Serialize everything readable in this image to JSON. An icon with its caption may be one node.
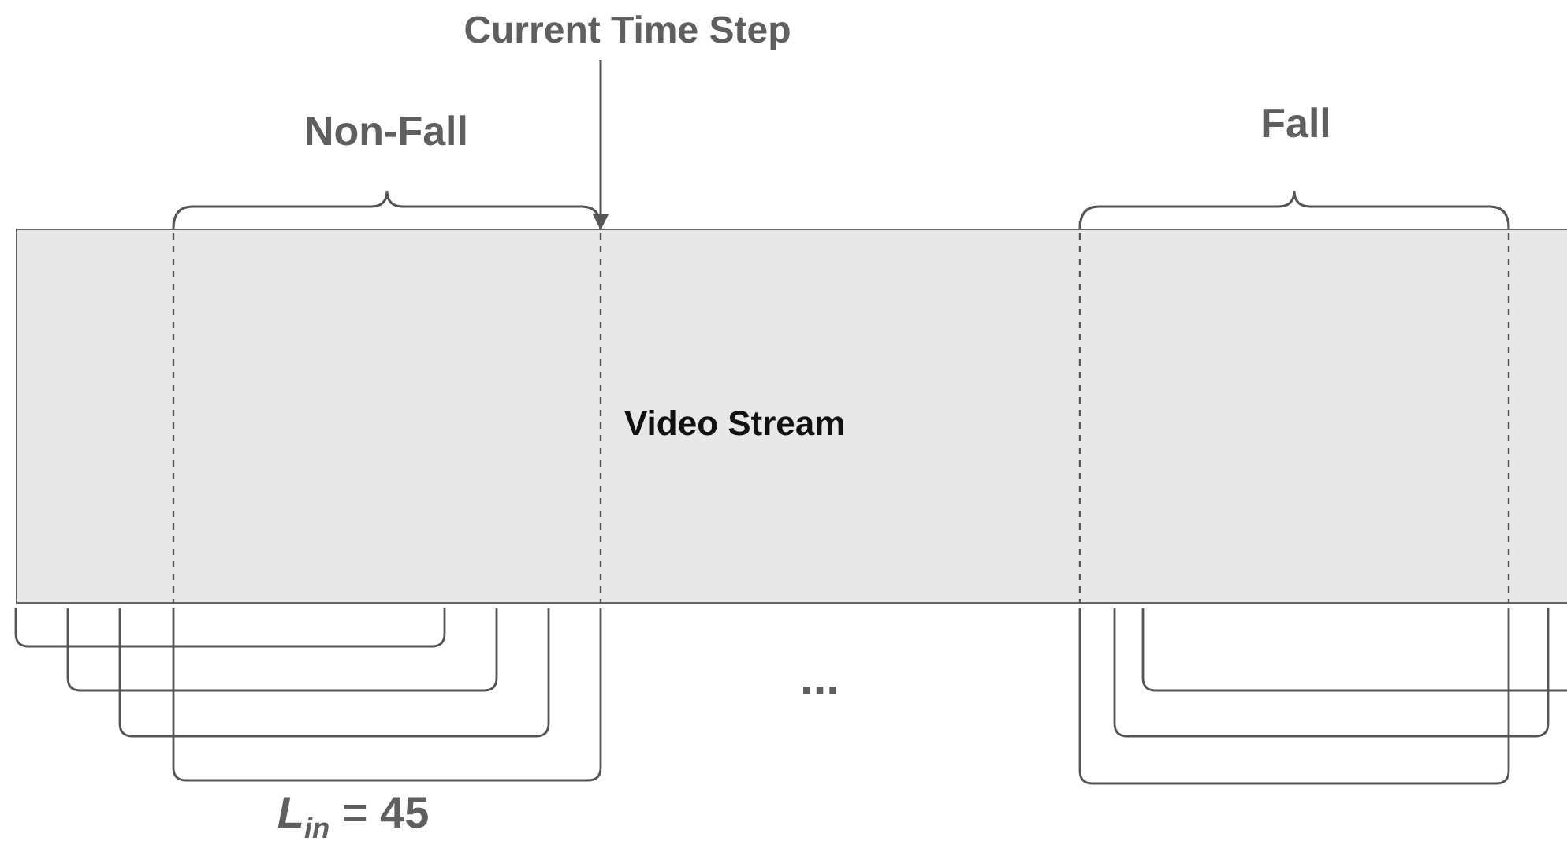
{
  "diagram": {
    "nodes": [
      {
        "text": [
          "Video Stream"
        ]
      },
      {
        "text": [
          "Current Time Step"
        ]
      }
    ],
    "edges": [
      {
        "from": 1,
        "to": 0,
        "arrow": "to"
      }
    ],
    "labels": [
      "Non-Fall",
      "Fall",
      "...",
      "*L*$_{in}$ = 45"
    ]
  }
}
